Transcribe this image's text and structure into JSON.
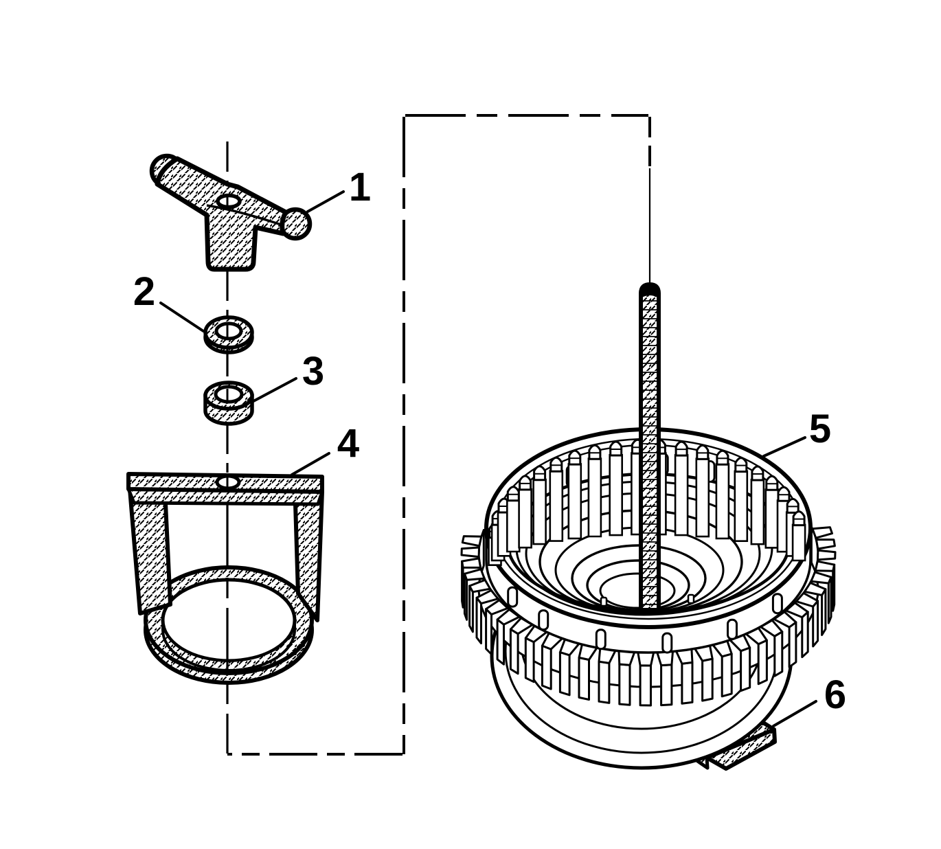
{
  "figure": {
    "background_color": "#ffffff",
    "line_color": "#000000",
    "callouts": [
      {
        "number": "1"
      },
      {
        "number": "2"
      },
      {
        "number": "3"
      },
      {
        "number": "4"
      },
      {
        "number": "5"
      },
      {
        "number": "6"
      }
    ]
  }
}
